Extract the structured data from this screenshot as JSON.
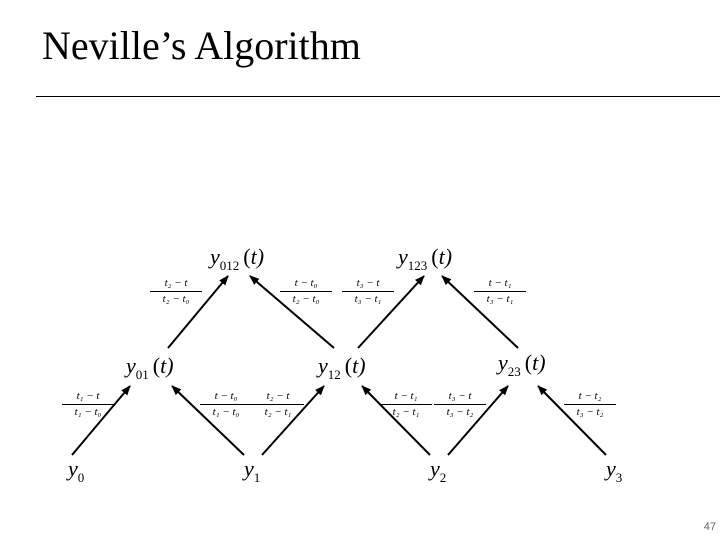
{
  "slide": {
    "title": "Neville’s Algorithm",
    "page_number": "47"
  },
  "nodes": {
    "y0": {
      "base": "y",
      "sub": "0"
    },
    "y1": {
      "base": "y",
      "sub": "1"
    },
    "y2": {
      "base": "y",
      "sub": "2"
    },
    "y3": {
      "base": "y",
      "sub": "3"
    },
    "y01": {
      "base": "y",
      "sub": "01",
      "open": "(",
      "arg": "t",
      "close": ")"
    },
    "y12": {
      "base": "y",
      "sub": "12",
      "open": "(",
      "arg": "t",
      "close": ")"
    },
    "y23": {
      "base": "y",
      "sub": "23",
      "open": "(",
      "arg": "t",
      "close": ")"
    },
    "y012": {
      "base": "y",
      "sub": "012",
      "open": "(",
      "arg": "t",
      "close": ")"
    },
    "y123": {
      "base": "y",
      "sub": "123",
      "open": "(",
      "arg": "t",
      "close": ")"
    }
  },
  "weights": {
    "w_y0_y01": {
      "num": "t₁ − t",
      "den": "t₁ − t₀"
    },
    "w_y1_y01": {
      "num": "t − t₀",
      "den": "t₁ − t₀"
    },
    "w_y1_y12": {
      "num": "t₂ − t",
      "den": "t₂ − t₁"
    },
    "w_y2_y12": {
      "num": "t − t₁",
      "den": "t₂ − t₁"
    },
    "w_y2_y23": {
      "num": "t₃ − t",
      "den": "t₃ − t₂"
    },
    "w_y3_y23": {
      "num": "t − t₂",
      "den": "t₃ − t₂"
    },
    "w_y01_y012": {
      "num": "t₂ − t",
      "den": "t₂ − t₀"
    },
    "w_y12_y012": {
      "num": "t − t₀",
      "den": "t₂ − t₀"
    },
    "w_y12_y123": {
      "num": "t₃ − t",
      "den": "t₃ − t₁"
    },
    "w_y23_y123": {
      "num": "t − t₁",
      "den": "t₃ − t₁"
    }
  },
  "edges": [
    {
      "from": "y0",
      "to": "y01"
    },
    {
      "from": "y1",
      "to": "y01"
    },
    {
      "from": "y1",
      "to": "y12"
    },
    {
      "from": "y2",
      "to": "y12"
    },
    {
      "from": "y2",
      "to": "y23"
    },
    {
      "from": "y3",
      "to": "y23"
    },
    {
      "from": "y01",
      "to": "y012"
    },
    {
      "from": "y12",
      "to": "y012"
    },
    {
      "from": "y12",
      "to": "y123"
    },
    {
      "from": "y23",
      "to": "y123"
    }
  ]
}
